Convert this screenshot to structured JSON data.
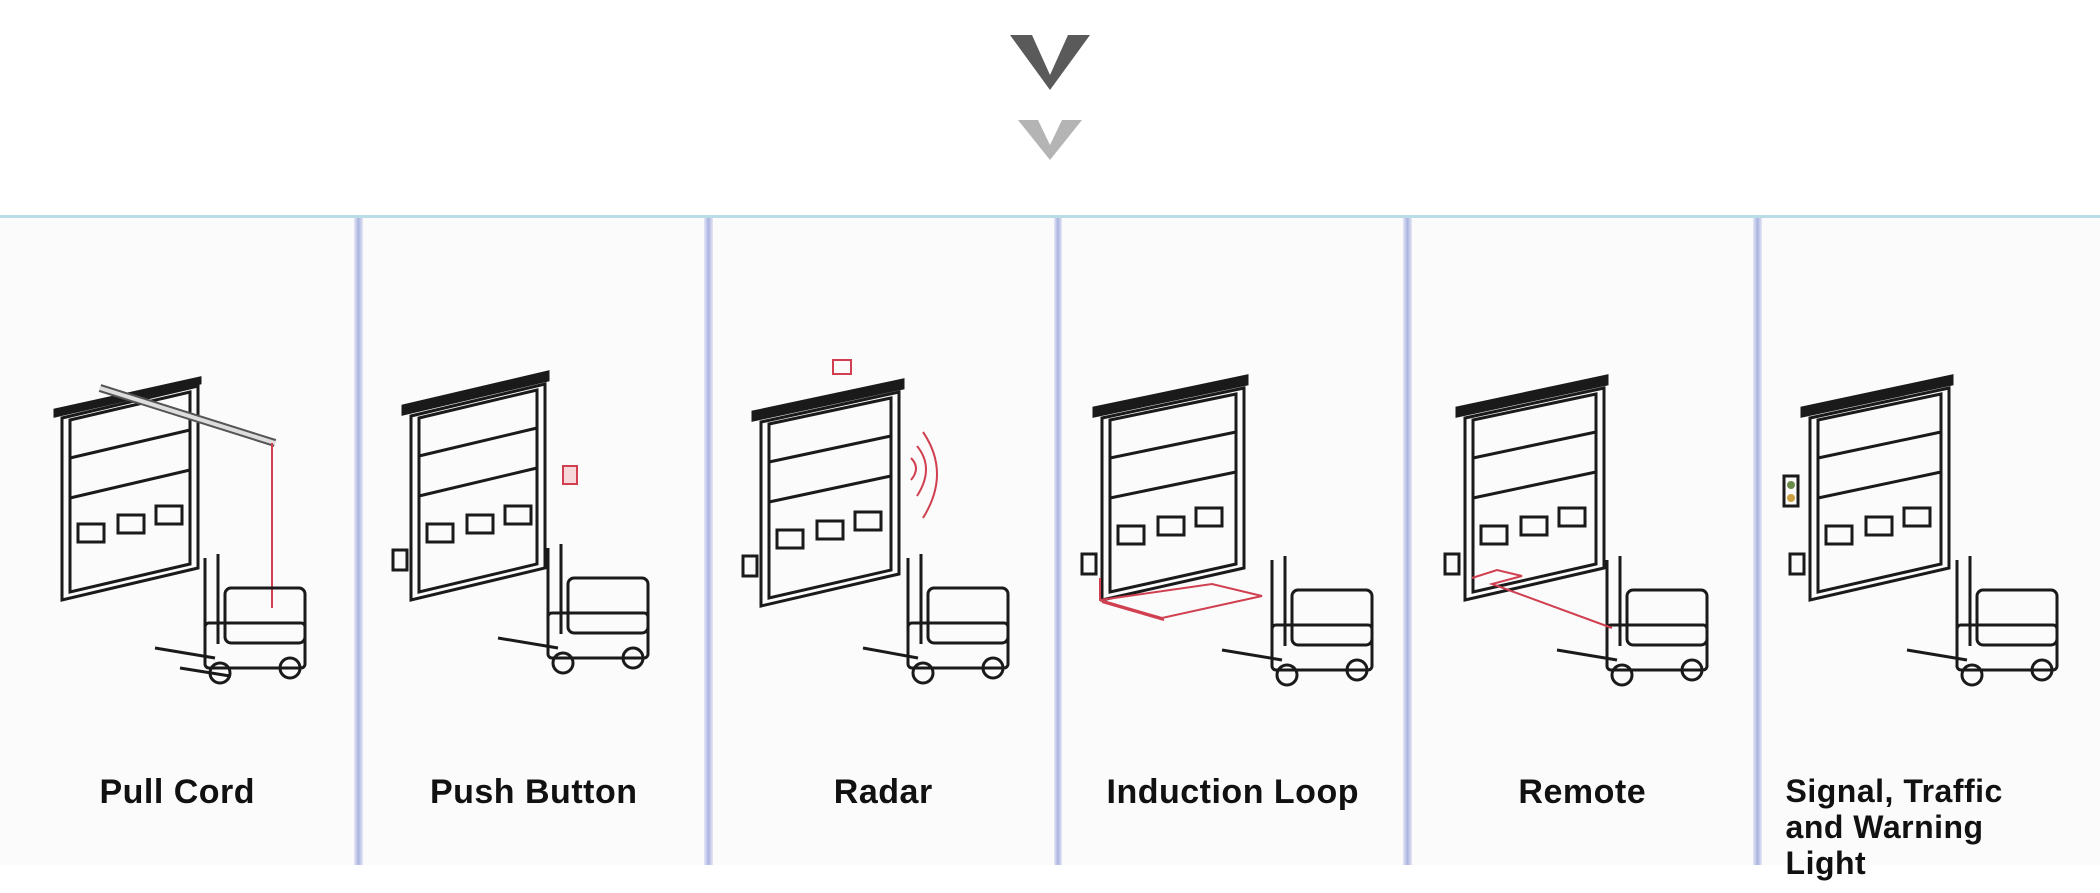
{
  "header": {
    "icon": "double-chevron-down-icon",
    "colors": {
      "primary": "#555555",
      "secondary": "#b0b0b0"
    }
  },
  "panels": [
    {
      "id": "pull-cord",
      "label": "Pull Cord",
      "icon": "pull-cord-door-icon"
    },
    {
      "id": "push-button",
      "label": "Push Button",
      "icon": "push-button-door-icon"
    },
    {
      "id": "radar",
      "label": "Radar",
      "icon": "radar-door-icon"
    },
    {
      "id": "induction-loop",
      "label": "Induction Loop",
      "icon": "induction-loop-door-icon"
    },
    {
      "id": "remote",
      "label": "Remote",
      "icon": "remote-door-icon"
    },
    {
      "id": "signal",
      "label": "Signal, Traffic and Warning Light",
      "icon": "signal-light-door-icon"
    }
  ],
  "colors": {
    "accent_line": "#d04050",
    "divider": "#aab3e0",
    "top_border": "#b9dde6"
  }
}
